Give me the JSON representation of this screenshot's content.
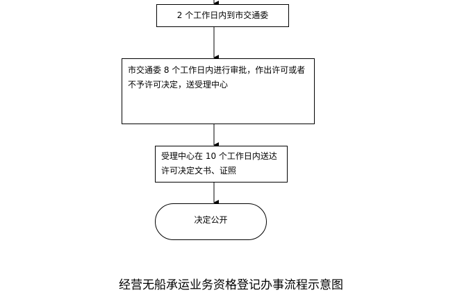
{
  "steps": [
    {
      "text": "2 个工作日内到市交通委"
    },
    {
      "text": "市交通委 8 个工作日内进行审批，作出许可或者不予许可决定，送受理中心"
    },
    {
      "text": "受理中心在 10 个工作日内送达许可决定文书、证照"
    },
    {
      "text": "决定公开"
    }
  ],
  "caption": "经营无船承运业务资格登记办事流程示意图"
}
